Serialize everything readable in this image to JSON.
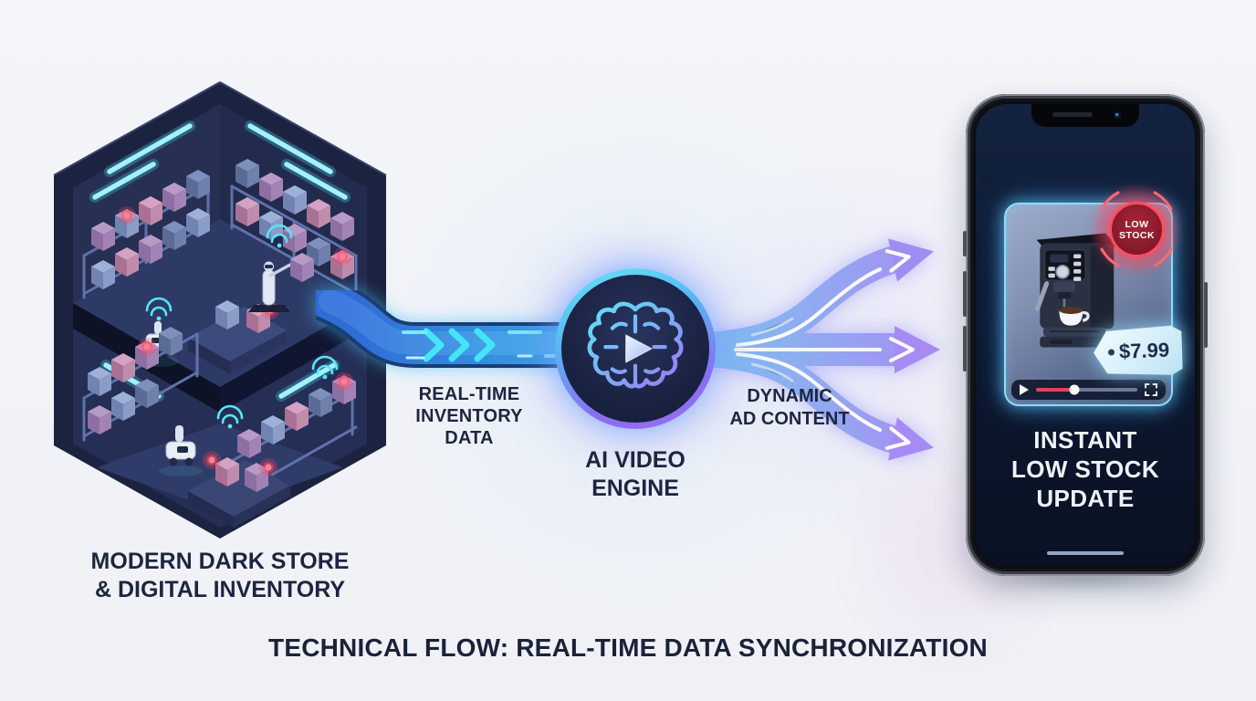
{
  "page": {
    "caption": "TECHNICAL FLOW: REAL-TIME DATA SYNCHRONIZATION",
    "background": "#f1f3f8"
  },
  "warehouse": {
    "label": {
      "line1": "MODERN DARK STORE",
      "line2": "& DIGITAL INVENTORY"
    }
  },
  "flow": {
    "input_label": {
      "line1": "REAL-TIME",
      "line2": "INVENTORY",
      "line3": "DATA"
    },
    "engine_label": {
      "line1": "AI VIDEO",
      "line2": "ENGINE"
    },
    "output_label": {
      "line1": "DYNAMIC",
      "line2": "AD CONTENT"
    }
  },
  "phone": {
    "ad": {
      "badge": {
        "line1": "LOW",
        "line2": "STOCK"
      },
      "price": "$7.99",
      "player": {
        "progress_percent": 38
      }
    },
    "caption": {
      "line1": "INSTANT",
      "line2": "LOW STOCK",
      "line3": "UPDATE"
    }
  },
  "icons": {
    "engine_icon": "brain-play-icon",
    "player_play_icon": "play-icon",
    "player_fullscreen_icon": "fullscreen-icon",
    "wifi_icon": "wifi-icon",
    "alert_icon": "low-stock-alert-dot"
  },
  "colors": {
    "accent_cyan": "#45e1f6",
    "accent_blue": "#3e7ce0",
    "accent_purple": "#9b7cf2",
    "alert_red": "#ff4d5e",
    "ink": "#1e2540",
    "screen_navy": "#0d1830"
  }
}
